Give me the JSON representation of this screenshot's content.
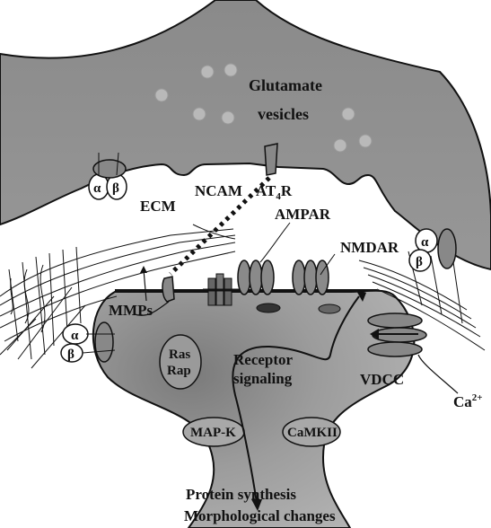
{
  "labels": {
    "glutamate": "Glutamate",
    "vesicles": "vesicles",
    "ecm": "ECM",
    "ncam": "NCAM",
    "at4r_at": "AT",
    "at4r_sub": "4",
    "at4r_r": "R",
    "ampar": "AMPAR",
    "nmdar": "NMDAR",
    "mmps": "MMPs",
    "receptor": "Receptor",
    "signaling": "signaling",
    "ras": "Ras",
    "rap": "Rap",
    "vdcc": "VDCC",
    "ca": "Ca",
    "ca_sup": "2+",
    "mapk": "MAP-K",
    "camkii": "CaMKII",
    "protein_synthesis": "Protein synthesis",
    "morph_changes": "Morphological changes",
    "alpha": "α",
    "beta": "β"
  },
  "colors": {
    "presynaptic": "#8c8c8c",
    "postsynaptic": "#9a9a9a",
    "vesicle": "#b9b9b9",
    "receptor": "#7a7a7a",
    "outline": "#111111"
  }
}
